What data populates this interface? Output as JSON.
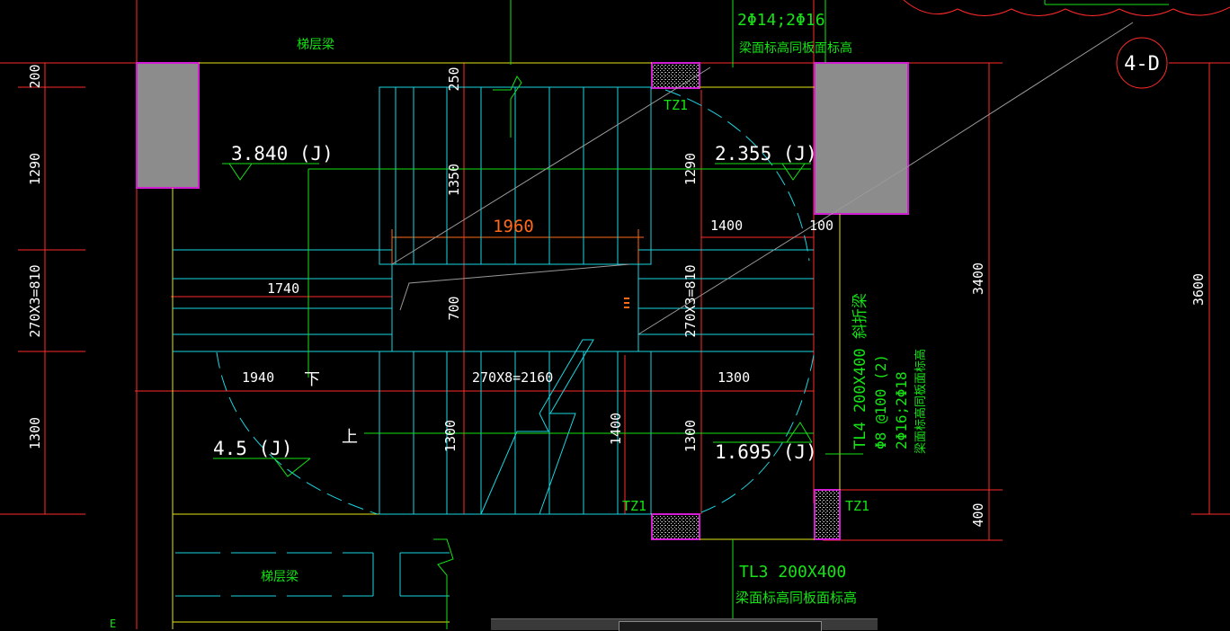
{
  "colors": {
    "background": "#000000",
    "axis_red": "#ff2a2a",
    "stair_cyan": "#19d6e0",
    "beam_green": "#16e216",
    "edge_yellow": "#e6e617",
    "column_magenta": "#d21ed2",
    "column_fill": "#8c8c8c",
    "white_text": "#ffffff",
    "dim_orange": "#ff6a1a",
    "gray_line": "#9a9a9a"
  },
  "grid_marker": "4-D",
  "labels": {
    "floor_beam_top": "梯层梁",
    "floor_beam_bottom": "梯层梁",
    "tz1_top": "TZ1",
    "tz1_bottom": "TZ1",
    "tz1_right": "TZ1",
    "down": "下",
    "up": "上",
    "mark_left": "E"
  },
  "elevations": {
    "top_left": "3.840 (J)",
    "top_right": "2.355 (J)",
    "bottom_left": "4.5 (J)",
    "bottom_right": "1.695 (J)"
  },
  "top_beam_note": {
    "line1": "2Φ14;2Φ16",
    "line2": "梁面标高同板面标高"
  },
  "tl3": {
    "line1": "TL3  200X400",
    "line2": "梁面标高同板面标高"
  },
  "tl4": {
    "line1": "TL4  200X400   斜折梁",
    "line2": "Φ8 @100 (2)",
    "line3": "2Φ16;2Φ18",
    "line4": "梁面标高同板面标高"
  },
  "dims": {
    "left_200": "200",
    "left_1290": "1290",
    "left_810": "270X3=810",
    "left_1300": "1300",
    "d_250": "250",
    "d_1350": "1350",
    "d_700": "700",
    "d_1300_mid": "1300",
    "d_1400_mid": "1400",
    "d_1960": "1960",
    "d_1740": "1740",
    "d_1940": "1940",
    "d_2160": "270X8=2160",
    "d_1290_right": "1290",
    "d_810_right": "270X3=810",
    "d_1300_right": "1300",
    "d_1400_right": "1400",
    "d_100": "100",
    "d_1300_horiz": "1300",
    "d_3400": "3400",
    "d_400": "400",
    "d_3600": "3600"
  }
}
